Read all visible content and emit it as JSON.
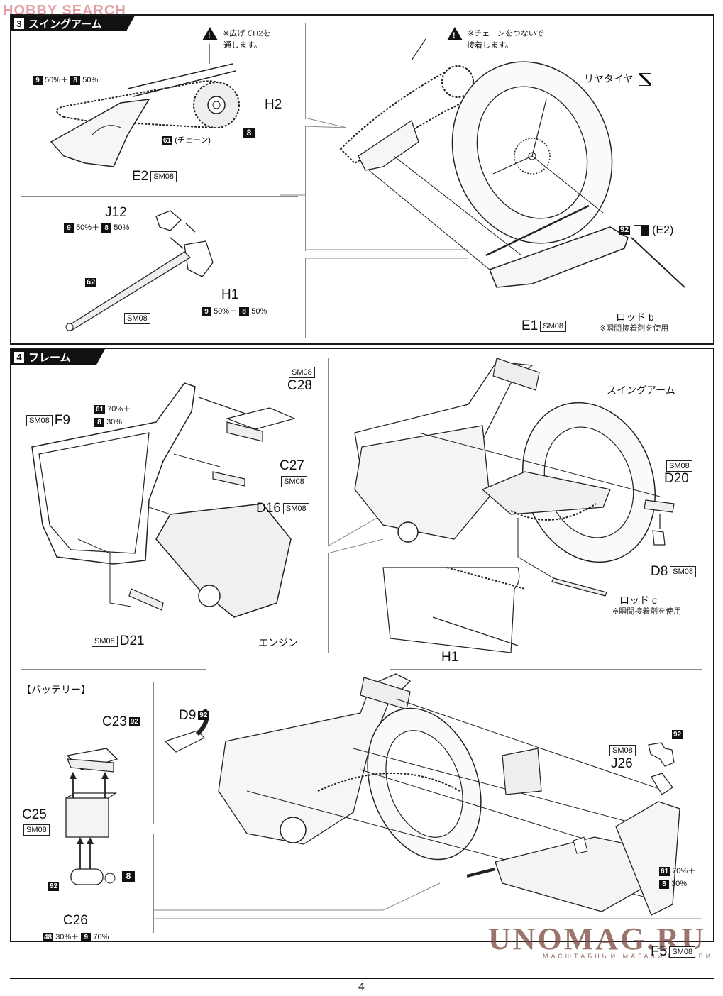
{
  "watermark_top": "HOBBY SEARCH",
  "watermark_bottom": {
    "main": "UNOMAG.RU",
    "sub": "МАСШТАБНЫЙ МАГАЗИН ХОББИ"
  },
  "page_number": "4",
  "step3": {
    "number": "3",
    "title": "スイングアーム",
    "top_left": {
      "warning_note": [
        "※広げてH2を",
        "通します。"
      ],
      "color_mix_1": {
        "a": "9",
        "a_pct": "50%＋",
        "b": "8",
        "b_pct": "50%"
      },
      "part_h2": "H2",
      "color_h2": "8",
      "chain_color": "61",
      "chain_label": "(チェーン)",
      "part_e2": "E2",
      "e2_material": "SM08"
    },
    "bottom_left": {
      "part_j12": "J12",
      "j12_mix": {
        "a": "9",
        "a_pct": "50%＋",
        "b": "8",
        "b_pct": "50%"
      },
      "rod_color": "62",
      "rod_material": "SM08",
      "part_h1": "H1",
      "h1_mix": {
        "a": "9",
        "a_pct": "50%＋",
        "b": "8",
        "b_pct": "50%"
      }
    },
    "right": {
      "warning_note": [
        "※チェーンをつないで",
        "接着します。"
      ],
      "rear_tire_label": "リヤタイヤ",
      "color_92": "92",
      "e2_ref": "(E2)",
      "part_e1": "E1",
      "e1_material": "SM08",
      "rod_b": "ロッド b",
      "rod_b_note": "※瞬間接着剤を使用"
    }
  },
  "step4": {
    "number": "4",
    "title": "フレーム",
    "top_left": {
      "c28_material": "SM08",
      "part_c28": "C28",
      "f9_material": "SM08",
      "part_f9": "F9",
      "frame_mix": {
        "a": "61",
        "a_pct": "70%＋",
        "b": "8",
        "b_pct": "30%"
      },
      "part_c27": "C27",
      "c27_material": "SM08",
      "part_d16": "D16",
      "d16_material": "SM08",
      "d21_material": "SM08",
      "part_d21": "D21",
      "engine_label": "エンジン"
    },
    "top_right": {
      "swingarm_label": "スイングアーム",
      "d20_material": "SM08",
      "part_d20": "D20",
      "part_d8": "D8",
      "d8_material": "SM08",
      "rod_c": "ロッド c",
      "rod_c_note": "※瞬間接着剤を使用",
      "part_h1": "H1"
    },
    "battery": {
      "heading": "【バッテリー】",
      "part_c23": "C23",
      "c23_color": "92",
      "part_c25": "C25",
      "c25_material": "SM08",
      "c26_color_left": "92",
      "c26_color_right": "8",
      "part_c26": "C26",
      "c26_mix": {
        "a": "48",
        "a_pct": "30%＋",
        "b": "9",
        "b_pct": "70%"
      }
    },
    "bottom_main": {
      "part_d9": "D9",
      "d9_color": "92",
      "j26_material": "SM08",
      "part_j26": "J26",
      "right_color": "92",
      "f5_mix": {
        "a": "61",
        "a_pct": "70%＋",
        "b": "8",
        "b_pct": "30%"
      },
      "part_f5": "F5",
      "f5_material": "SM08"
    }
  }
}
